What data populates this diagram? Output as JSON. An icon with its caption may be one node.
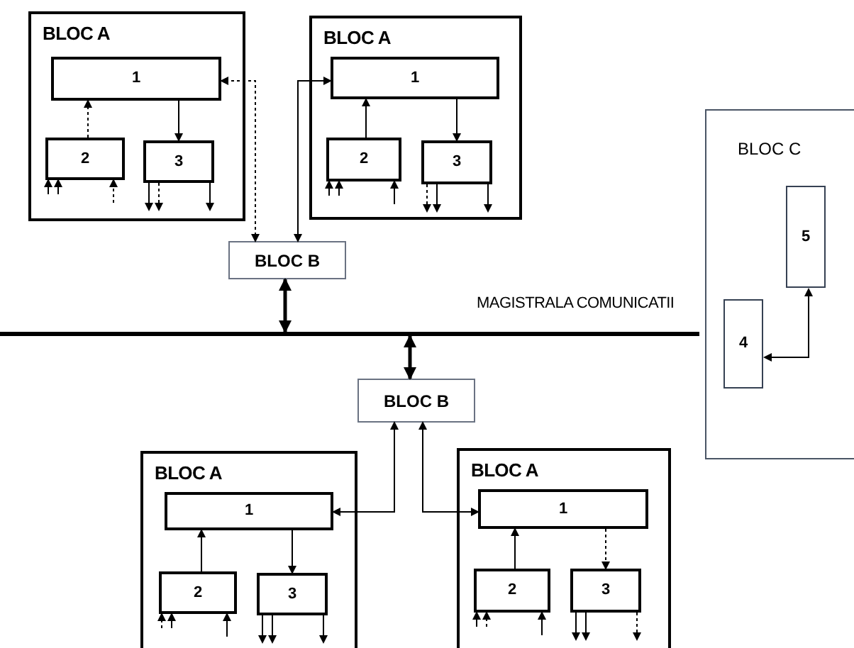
{
  "diagram": {
    "nodes": [
      {
        "text": [
          "BLOC A"
        ]
      },
      {
        "text": [
          "1"
        ],
        "in": 0
      },
      {
        "text": [
          "2"
        ],
        "in": 0
      },
      {
        "text": [
          "3"
        ],
        "in": 0
      },
      {
        "text": [
          "BLOC A"
        ]
      },
      {
        "text": [
          "1"
        ],
        "in": 4
      },
      {
        "text": [
          "2"
        ],
        "in": 4
      },
      {
        "text": [
          "3"
        ],
        "in": 4
      },
      {
        "text": [
          "BLOC B"
        ]
      },
      {
        "text": [],
        "shape": "bar"
      },
      {
        "text": [
          "BLOC C"
        ]
      },
      {
        "text": [
          "5"
        ],
        "in": 10
      },
      {
        "text": [
          "4"
        ],
        "in": 10
      },
      {
        "text": [
          "BLOC B"
        ]
      },
      {
        "text": [
          "BLOC A"
        ]
      },
      {
        "text": [
          "1"
        ],
        "in": 14
      },
      {
        "text": [
          "2"
        ],
        "in": 14
      },
      {
        "text": [
          "3"
        ],
        "in": 14
      },
      {
        "text": [
          "BLOC A"
        ]
      },
      {
        "text": [
          "1"
        ],
        "in": 18
      },
      {
        "text": [
          "2"
        ],
        "in": 18
      },
      {
        "text": [
          "3"
        ],
        "in": 18
      }
    ],
    "edges": [
      {
        "from": 8,
        "to": 1,
        "arrow": "both",
        "style": "dashed"
      },
      {
        "from": 8,
        "to": 5,
        "arrow": "both"
      },
      {
        "from": 8,
        "to": 9,
        "arrow": "both",
        "style": "thick"
      },
      {
        "from": 9,
        "to": 13,
        "arrow": "both",
        "style": "thick"
      },
      {
        "from": 13,
        "to": 15,
        "arrow": "both"
      },
      {
        "from": 13,
        "to": 19,
        "arrow": "both"
      },
      {
        "from": 12,
        "to": 11,
        "arrow": "both"
      },
      {
        "from": 2,
        "to": 1,
        "arrow": "to",
        "style": "dashed"
      },
      {
        "from": 1,
        "to": 3,
        "arrow": "to"
      },
      {
        "from": 6,
        "to": 5,
        "arrow": "to"
      },
      {
        "from": 5,
        "to": 7,
        "arrow": "to"
      },
      {
        "from": 16,
        "to": 15,
        "arrow": "to"
      },
      {
        "from": 15,
        "to": 17,
        "arrow": "to"
      },
      {
        "from": 20,
        "to": 19,
        "arrow": "to"
      },
      {
        "from": 19,
        "to": 21,
        "arrow": "to",
        "style": "dashed"
      },
      {
        "from": null,
        "to": 2,
        "arrow": "to"
      },
      {
        "from": null,
        "to": 2,
        "arrow": "to"
      },
      {
        "from": null,
        "to": 2,
        "arrow": "to",
        "style": "dashed"
      },
      {
        "from": 3,
        "to": null,
        "arrow": "to"
      },
      {
        "from": 3,
        "to": null,
        "arrow": "to",
        "style": "dashed"
      },
      {
        "from": 3,
        "to": null,
        "arrow": "to"
      },
      {
        "from": null,
        "to": 6,
        "arrow": "to"
      },
      {
        "from": null,
        "to": 6,
        "arrow": "to"
      },
      {
        "from": null,
        "to": 6,
        "arrow": "to"
      },
      {
        "from": 7,
        "to": null,
        "arrow": "to",
        "style": "dashed"
      },
      {
        "from": 7,
        "to": null,
        "arrow": "to"
      },
      {
        "from": 7,
        "to": null,
        "arrow": "to"
      },
      {
        "from": null,
        "to": 16,
        "arrow": "to",
        "style": "dashed"
      },
      {
        "from": null,
        "to": 16,
        "arrow": "to"
      },
      {
        "from": null,
        "to": 16,
        "arrow": "to"
      },
      {
        "from": 17,
        "to": null,
        "arrow": "to"
      },
      {
        "from": 17,
        "to": null,
        "arrow": "to"
      },
      {
        "from": 17,
        "to": null,
        "arrow": "to"
      },
      {
        "from": null,
        "to": 20,
        "arrow": "to"
      },
      {
        "from": null,
        "to": 20,
        "arrow": "to",
        "style": "dashed"
      },
      {
        "from": null,
        "to": 20,
        "arrow": "to"
      },
      {
        "from": 21,
        "to": null,
        "arrow": "to"
      },
      {
        "from": 21,
        "to": null,
        "arrow": "to"
      },
      {
        "from": 21,
        "to": null,
        "arrow": "to",
        "style": "dashed"
      }
    ],
    "labels": [
      "MAGISTRALA COMUNICATII"
    ]
  }
}
